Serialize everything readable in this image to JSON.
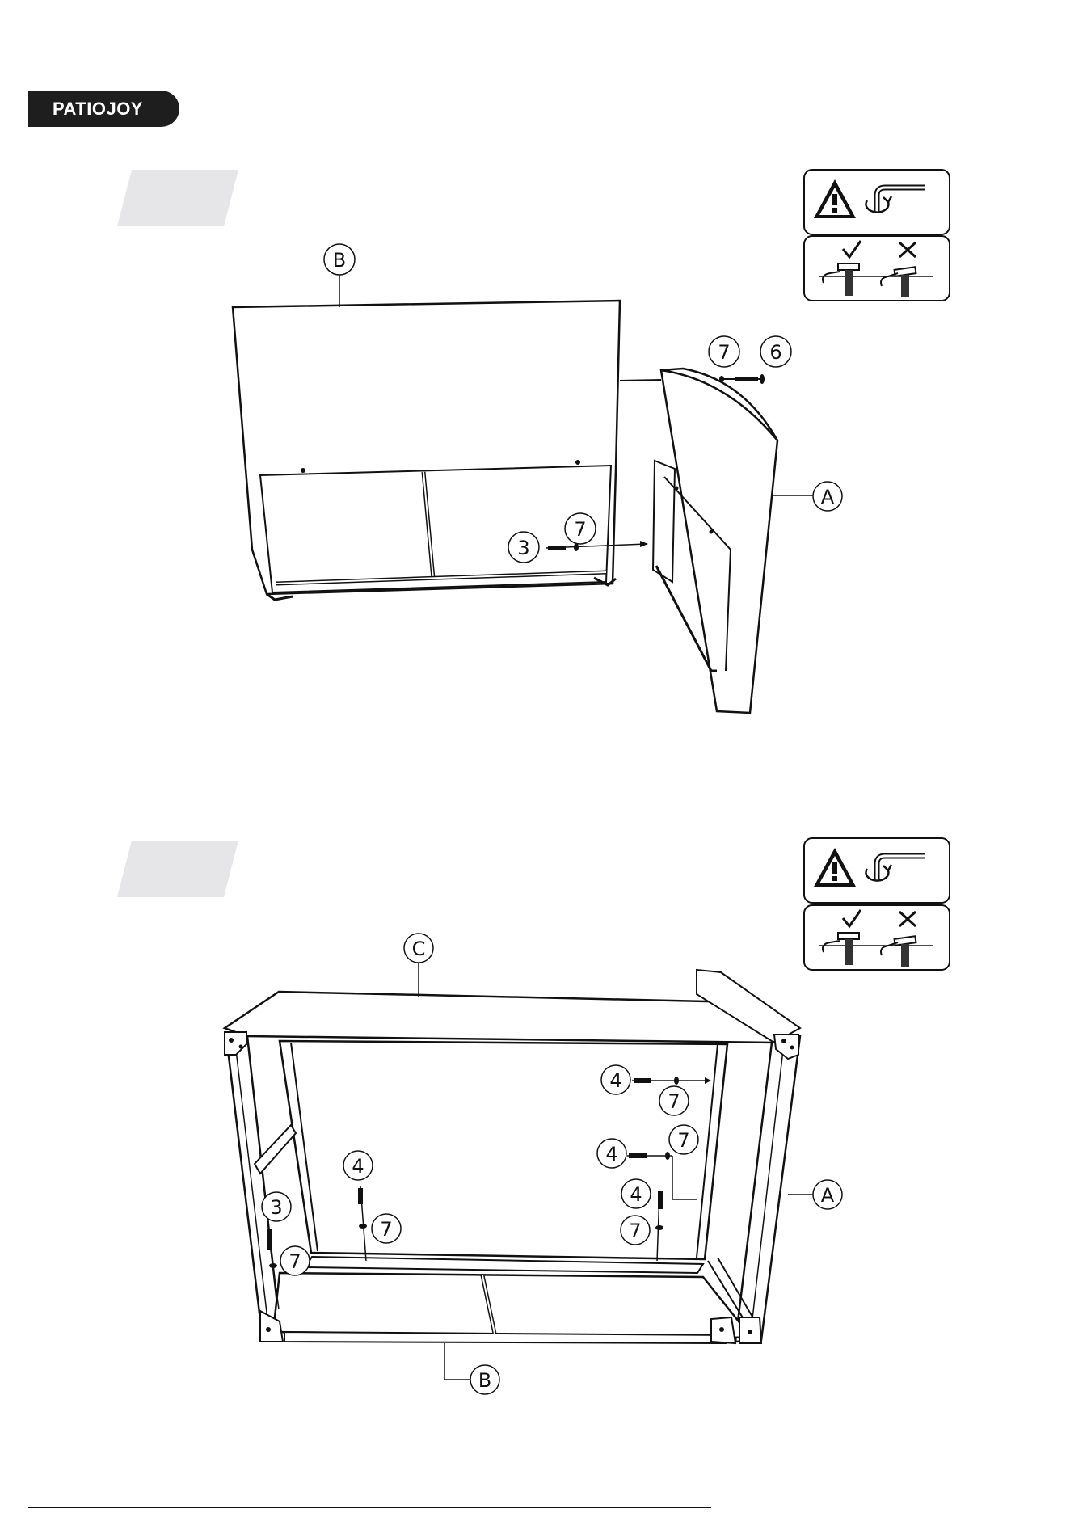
{
  "brand": {
    "logo_text": "PATIOJOY"
  },
  "steps": [
    {
      "callouts": {
        "panel_b": "B",
        "panel_a": "A",
        "washer_top": "7",
        "bolt_top": "6",
        "washer_mid": "7",
        "bolt_mid": "3"
      },
      "notice_icons": [
        "warning-triangle-icon",
        "allen-key-icon",
        "check-icon",
        "cross-icon",
        "bolt-tight-icon",
        "bolt-loose-icon"
      ]
    },
    {
      "callouts": {
        "panel_c": "C",
        "panel_a": "A",
        "panel_b": "B",
        "bolt_1": "4",
        "washer_1": "7",
        "washer_2": "7",
        "bolt_2": "4",
        "bolt_3": "4",
        "washer_3": "7",
        "bolt_4": "4",
        "washer_4": "7",
        "bolt_5": "3",
        "washer_5": "7"
      },
      "notice_icons": [
        "warning-triangle-icon",
        "allen-key-icon",
        "check-icon",
        "cross-icon",
        "bolt-tight-icon",
        "bolt-loose-icon"
      ]
    }
  ]
}
